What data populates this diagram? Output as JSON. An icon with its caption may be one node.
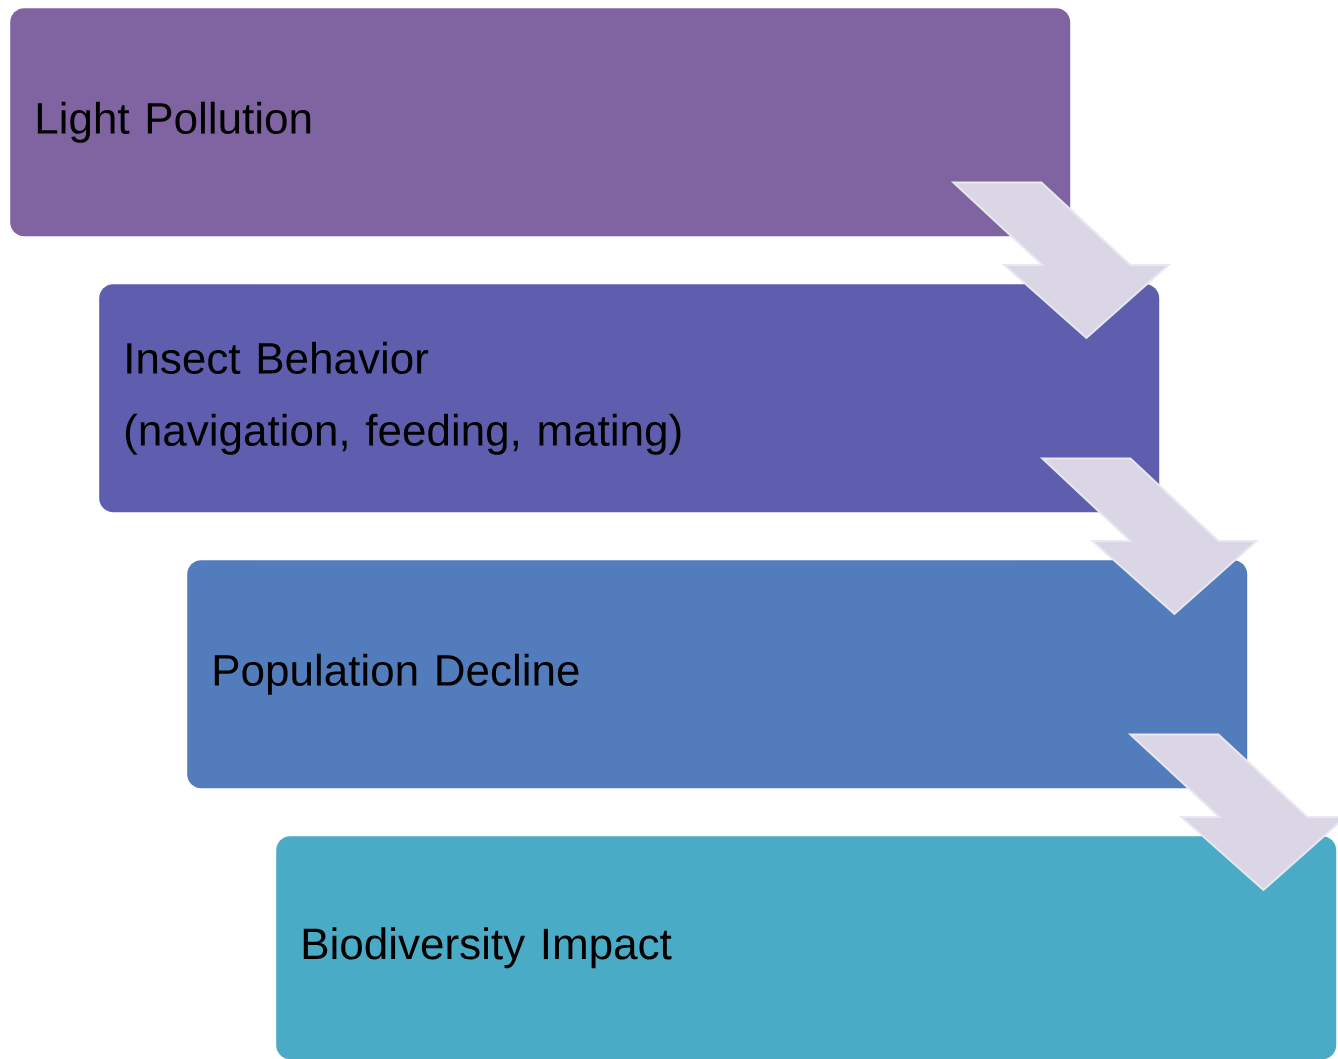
{
  "diagram": {
    "nodes": [
      {
        "text": [
          "Light Pollution"
        ]
      },
      {
        "text": [
          "Insect Behavior",
          "(navigation, feeding, mating)"
        ]
      },
      {
        "text": [
          "Population Decline"
        ]
      },
      {
        "text": [
          "Biodiversity Impact"
        ]
      }
    ],
    "edges": [
      {
        "from": 0,
        "to": 1,
        "arrow": "to"
      },
      {
        "from": 1,
        "to": 2,
        "arrow": "to"
      },
      {
        "from": 2,
        "to": 3,
        "arrow": "to"
      }
    ]
  }
}
